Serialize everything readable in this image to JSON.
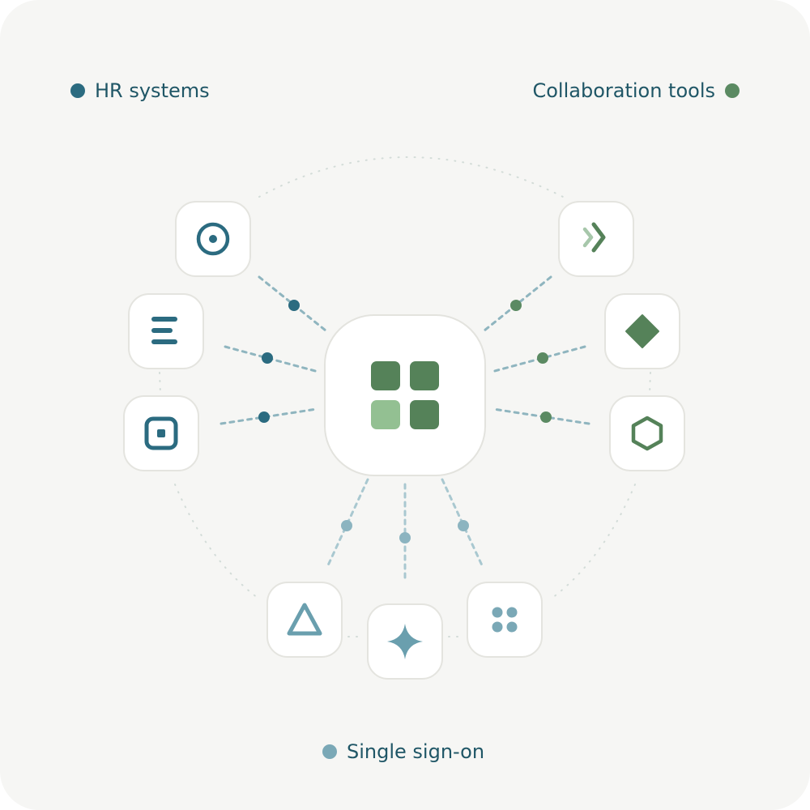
{
  "legend": {
    "hr": {
      "label": "HR systems",
      "color": "#2b6b80"
    },
    "collab": {
      "label": "Collaboration tools",
      "color": "#5b8a62"
    },
    "sso": {
      "label": "Single sign-on",
      "color": "#7aa8b6"
    }
  },
  "hub": {
    "icon": "app-grid-icon",
    "colors": [
      "#558259",
      "#558259",
      "#93c092",
      "#558259"
    ]
  },
  "groups": {
    "hr": {
      "color": "#2b6b80",
      "tiles": [
        {
          "name": "hr-tile-target",
          "icon": "target-icon"
        },
        {
          "name": "hr-tile-lines",
          "icon": "lines-icon"
        },
        {
          "name": "hr-tile-square",
          "icon": "square-dot-icon"
        }
      ]
    },
    "collab": {
      "color": "#5b8a62",
      "tiles": [
        {
          "name": "collab-tile-chevrons",
          "icon": "double-chevron-icon"
        },
        {
          "name": "collab-tile-diamond",
          "icon": "diamond-icon"
        },
        {
          "name": "collab-tile-hexagon",
          "icon": "hexagon-icon"
        }
      ]
    },
    "sso": {
      "color": "#7aa8b6",
      "tiles": [
        {
          "name": "sso-tile-triangle",
          "icon": "triangle-icon"
        },
        {
          "name": "sso-tile-sparkle",
          "icon": "sparkle-icon"
        },
        {
          "name": "sso-tile-dots",
          "icon": "four-dots-icon"
        }
      ]
    }
  }
}
